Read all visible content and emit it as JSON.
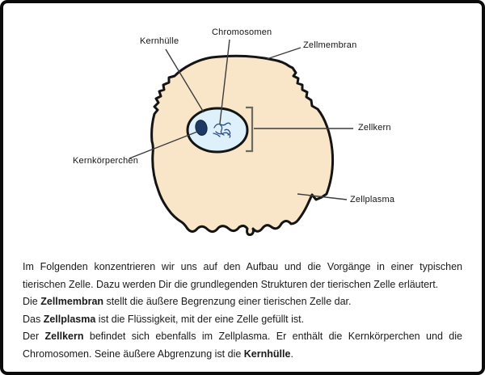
{
  "diagram": {
    "labels": {
      "kernhuelle": "Kernhülle",
      "chromosomen": "Chromosomen",
      "zellmembran": "Zellmembran",
      "zellkern": "Zellkern",
      "kernkoerperchen": "Kernkörperchen",
      "zellplasma": "Zellplasma"
    },
    "colors": {
      "cell_fill": "#f9e6c8",
      "cell_outline": "#141414",
      "nucleus_fill": "#def0fa",
      "nucleolus_fill": "#1e3a64",
      "chromosome_stroke": "#2c4f86",
      "pointer_line": "#3c3c3c",
      "bracket": "#6a6a5e"
    }
  },
  "text": {
    "paragraphs": [
      {
        "segments": [
          {
            "t": "Im Folgenden konzentrieren wir uns auf den Aufbau und die Vorgänge in einer typischen tierischen Zelle. Dazu werden Dir die grundlegenden Strukturen der tierischen Zelle erläutert."
          }
        ]
      },
      {
        "segments": [
          {
            "t": "Die "
          },
          {
            "t": "Zellmembran",
            "bold": true
          },
          {
            "t": " stellt die äußere Begrenzung einer tierischen Zelle dar."
          }
        ]
      },
      {
        "segments": [
          {
            "t": "Das "
          },
          {
            "t": "Zellplasma",
            "bold": true
          },
          {
            "t": " ist die Flüssigkeit, mit der eine Zelle gefüllt ist."
          }
        ]
      },
      {
        "segments": [
          {
            "t": "Der "
          },
          {
            "t": "Zellkern",
            "bold": true
          },
          {
            "t": " befindet sich ebenfalls im Zellplasma. Er enthält die Kernkörperchen und die Chromosomen. Seine äußere Abgrenzung ist die "
          },
          {
            "t": "Kernhülle",
            "bold": true
          },
          {
            "t": "."
          }
        ]
      }
    ]
  }
}
